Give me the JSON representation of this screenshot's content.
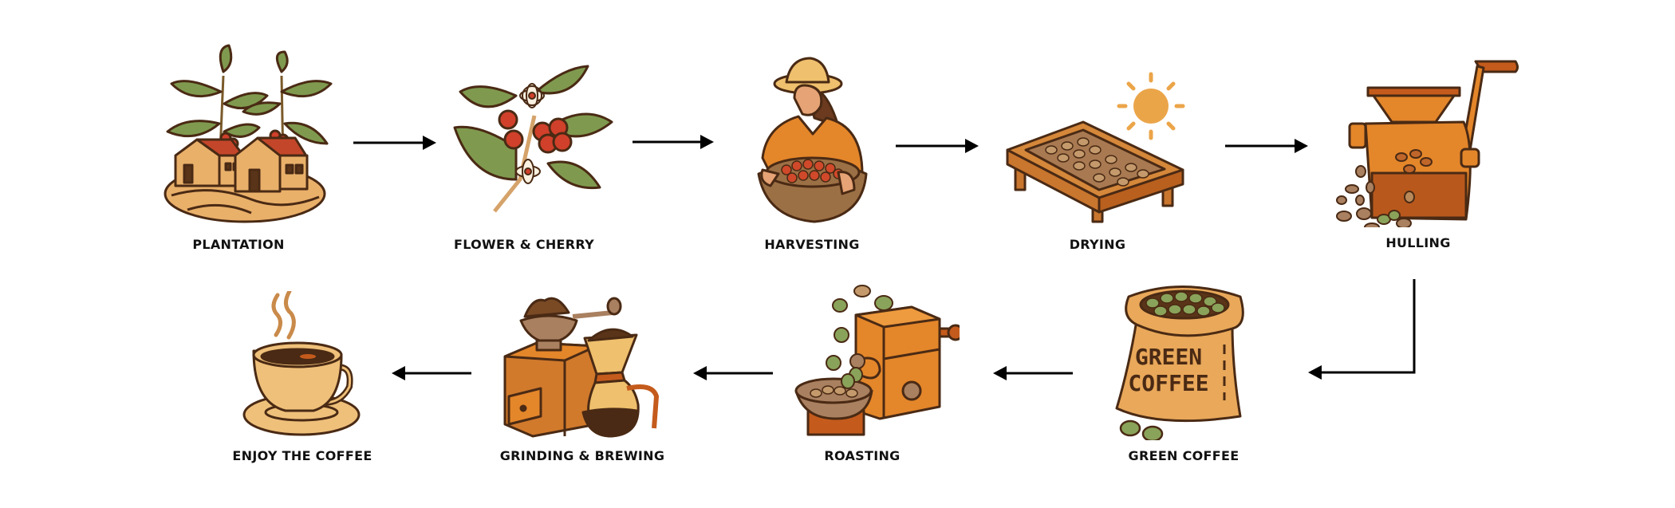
{
  "diagram": {
    "title": "Coffee process flow",
    "flow_direction": "left-to-right on top row, then down and right-to-left on bottom row",
    "colors": {
      "outline": "#4a2a14",
      "leaf": "#7f9a4f",
      "cherry": "#d0402a",
      "orange": "#e4862a",
      "tan": "#e9b06a",
      "light_tan": "#f0c37e",
      "dark_orange": "#b9581c",
      "brown": "#8a5a33",
      "green_bean": "#8aa35a",
      "sun": "#eba549",
      "arrow": "#000000"
    },
    "steps": [
      {
        "id": 1,
        "label": "PLANTATION",
        "icon": "plantation-icon"
      },
      {
        "id": 2,
        "label": "FLOWER & CHERRY",
        "icon": "coffee-branch-icon"
      },
      {
        "id": 3,
        "label": "HARVESTING",
        "icon": "farmer-basket-icon"
      },
      {
        "id": 4,
        "label": "DRYING",
        "icon": "drying-bed-sun-icon"
      },
      {
        "id": 5,
        "label": "HULLING",
        "icon": "hulling-machine-icon"
      },
      {
        "id": 6,
        "label": "GREEN COFFEE",
        "icon": "green-coffee-sack-icon",
        "sack_text_line1": "GREEN",
        "sack_text_line2": "COFFEE"
      },
      {
        "id": 7,
        "label": "ROASTING",
        "icon": "roaster-icon"
      },
      {
        "id": 8,
        "label": "GRINDING & BREWING",
        "icon": "grinder-brewer-icon"
      },
      {
        "id": 9,
        "label": "ENJOY THE COFFEE",
        "icon": "coffee-cup-icon"
      }
    ],
    "connections": [
      {
        "from": 1,
        "to": 2
      },
      {
        "from": 2,
        "to": 3
      },
      {
        "from": 3,
        "to": 4
      },
      {
        "from": 4,
        "to": 5
      },
      {
        "from": 5,
        "to": 6,
        "style": "elbow"
      },
      {
        "from": 6,
        "to": 7
      },
      {
        "from": 7,
        "to": 8
      },
      {
        "from": 8,
        "to": 9
      }
    ]
  }
}
